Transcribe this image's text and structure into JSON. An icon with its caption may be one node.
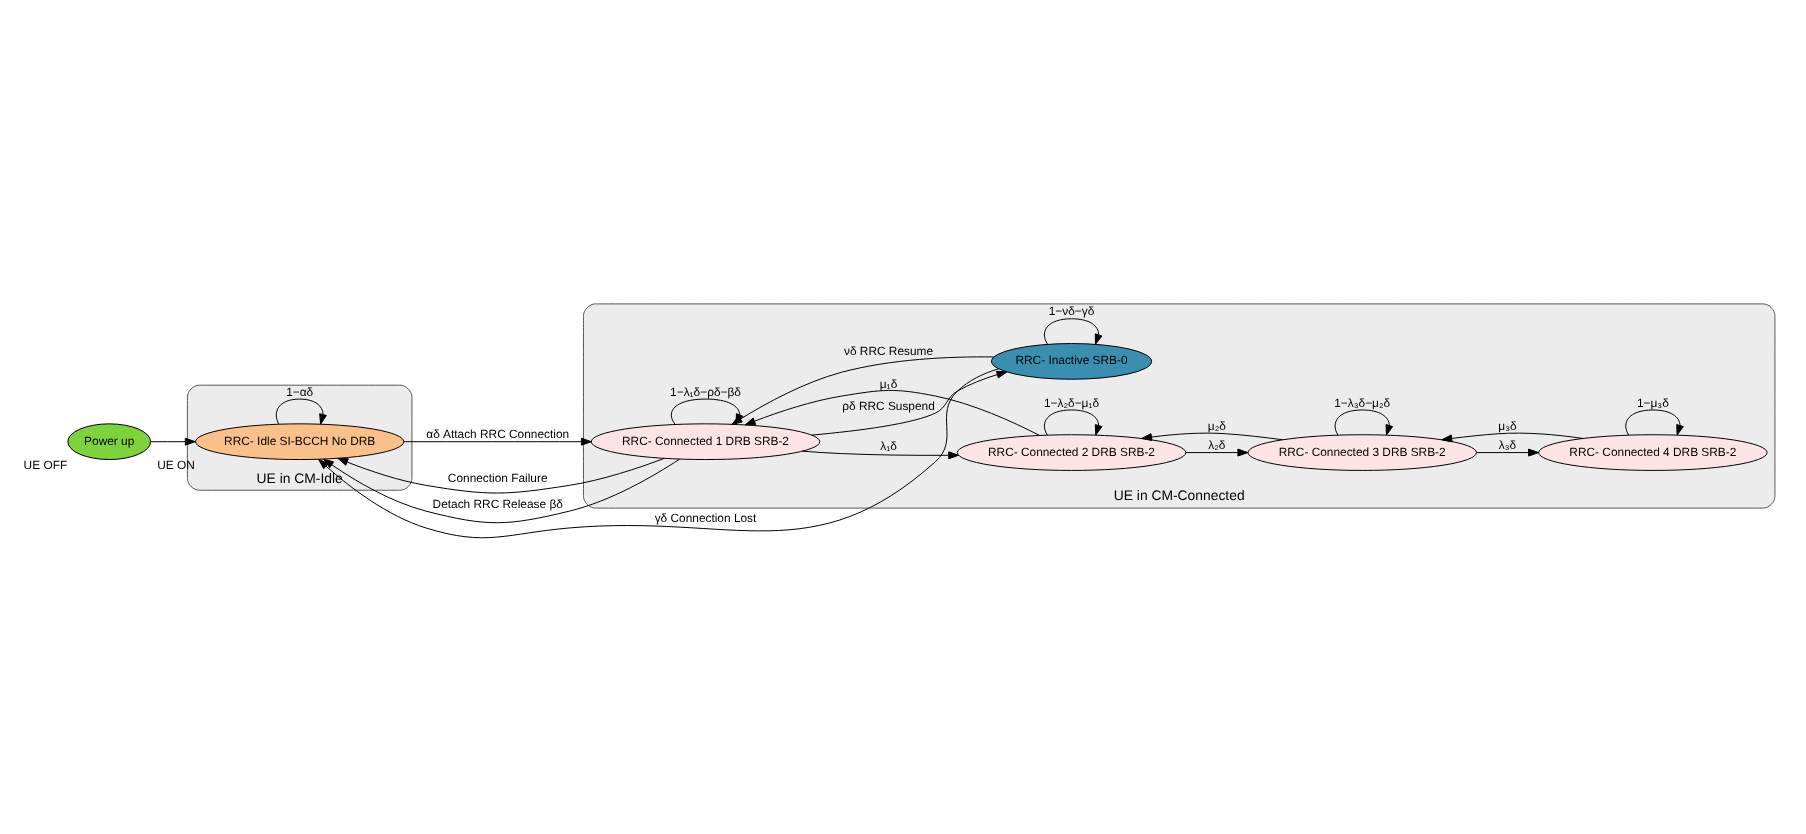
{
  "diagram": {
    "nodes": [
      {
        "text": [
          "Power up"
        ],
        "beside": [
          "UE OFF"
        ]
      },
      {
        "text": [
          "UE in CM-Idle"
        ]
      },
      {
        "text": [
          "RRC- Idle SI-BCCH No DRB"
        ],
        "in": 1,
        "beside": [
          "UE ON"
        ]
      },
      {
        "text": [
          "UE in CM-Connected"
        ]
      },
      {
        "text": [
          "RRC- Connected 1 DRB SRB-2"
        ],
        "in": 3
      },
      {
        "text": [
          "RRC- Connected 2 DRB SRB-2"
        ],
        "in": 3
      },
      {
        "text": [
          "RRC- Connected 3 DRB SRB-2"
        ],
        "in": 3
      },
      {
        "text": [
          "RRC- Connected 4 DRB SRB-2"
        ],
        "in": 3
      },
      {
        "text": [
          "RRC- Inactive SRB-0"
        ],
        "in": 3
      }
    ],
    "edges": [
      {
        "from": 0,
        "to": 2,
        "arrow": "to"
      },
      {
        "from": 2,
        "to": 2,
        "arrow": "to",
        "label": "1−αδ"
      },
      {
        "from": 4,
        "to": 2,
        "arrow": "to",
        "label": "Connection Failure"
      },
      {
        "from": 2,
        "to": 4,
        "arrow": "to",
        "label": "αδ Attach RRC Connection"
      },
      {
        "from": 4,
        "to": 2,
        "arrow": "to",
        "label": "Detach RRC Release βδ"
      },
      {
        "from": 8,
        "to": 2,
        "arrow": "to",
        "label": "γδ Connection Lost"
      },
      {
        "from": 4,
        "to": 4,
        "arrow": "to",
        "label": "1−λ₁δ−ρδ−βδ"
      },
      {
        "from": 4,
        "to": 5,
        "arrow": "to",
        "label": "λ₁δ"
      },
      {
        "from": 5,
        "to": 4,
        "arrow": "to",
        "label": "μ₁δ"
      },
      {
        "from": 5,
        "to": 5,
        "arrow": "to",
        "label": "1−λ₂δ−μ₁δ"
      },
      {
        "from": 5,
        "to": 6,
        "arrow": "to",
        "label": "λ₂δ"
      },
      {
        "from": 6,
        "to": 5,
        "arrow": "to",
        "label": "μ₂δ"
      },
      {
        "from": 6,
        "to": 6,
        "arrow": "to",
        "label": "1−λ₃δ−μ₂δ"
      },
      {
        "from": 6,
        "to": 7,
        "arrow": "to",
        "label": "λ₃δ"
      },
      {
        "from": 7,
        "to": 6,
        "arrow": "to",
        "label": "μ₃δ"
      },
      {
        "from": 7,
        "to": 7,
        "arrow": "to",
        "label": "1−μ₃δ"
      },
      {
        "from": 4,
        "to": 8,
        "arrow": "to",
        "label": "ρδ RRC Suspend"
      },
      {
        "from": 8,
        "to": 4,
        "arrow": "to",
        "label": "νδ RRC Resume"
      },
      {
        "from": 8,
        "to": 8,
        "arrow": "to",
        "label": "1−νδ−γδ"
      }
    ]
  }
}
